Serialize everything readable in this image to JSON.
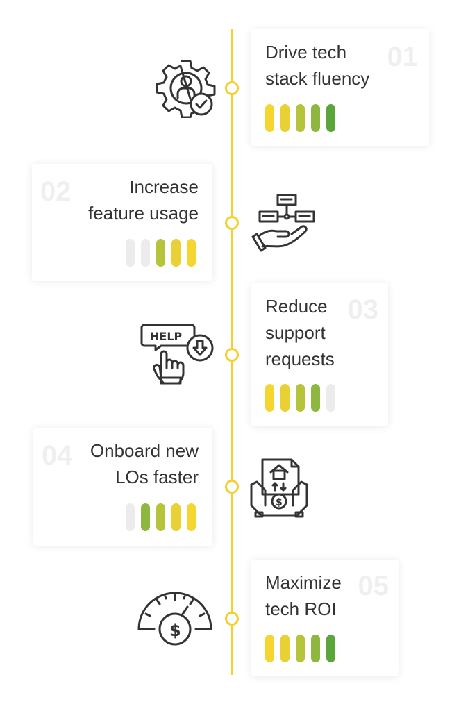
{
  "colors": {
    "line": "#f5cf2e",
    "bar_empty": "#ececec",
    "bar_yellow": "#f5d52f",
    "bar_yellow2": "#e8d035",
    "bar_olive": "#b5c43a",
    "bar_green": "#8db73e",
    "bar_dark_green": "#5aa53c",
    "number": "#efefef"
  },
  "steps": [
    {
      "number": "01",
      "title": "Drive tech\nstack fluency",
      "icon": "gear-user-check-icon",
      "bars": [
        "bar_yellow",
        "bar_yellow2",
        "bar_olive",
        "bar_green",
        "bar_dark_green"
      ]
    },
    {
      "number": "02",
      "title": "Increase\nfeature usage",
      "icon": "hand-flowchart-icon",
      "bars": [
        "bar_empty",
        "bar_empty",
        "bar_olive",
        "bar_yellow2",
        "bar_yellow"
      ]
    },
    {
      "number": "03",
      "title": "Reduce\nsupport\nrequests",
      "icon": "help-sign-hand-icon",
      "bars": [
        "bar_yellow",
        "bar_yellow2",
        "bar_olive",
        "bar_green",
        "bar_empty"
      ]
    },
    {
      "number": "04",
      "title": "Onboard new\nLOs faster",
      "icon": "house-document-money-icon",
      "bars": [
        "bar_empty",
        "bar_green",
        "bar_olive",
        "bar_yellow2",
        "bar_yellow"
      ]
    },
    {
      "number": "05",
      "title": "Maximize\ntech ROI",
      "icon": "speedometer-dollar-icon",
      "bars": [
        "bar_yellow",
        "bar_yellow2",
        "bar_olive",
        "bar_green",
        "bar_dark_green"
      ]
    }
  ]
}
